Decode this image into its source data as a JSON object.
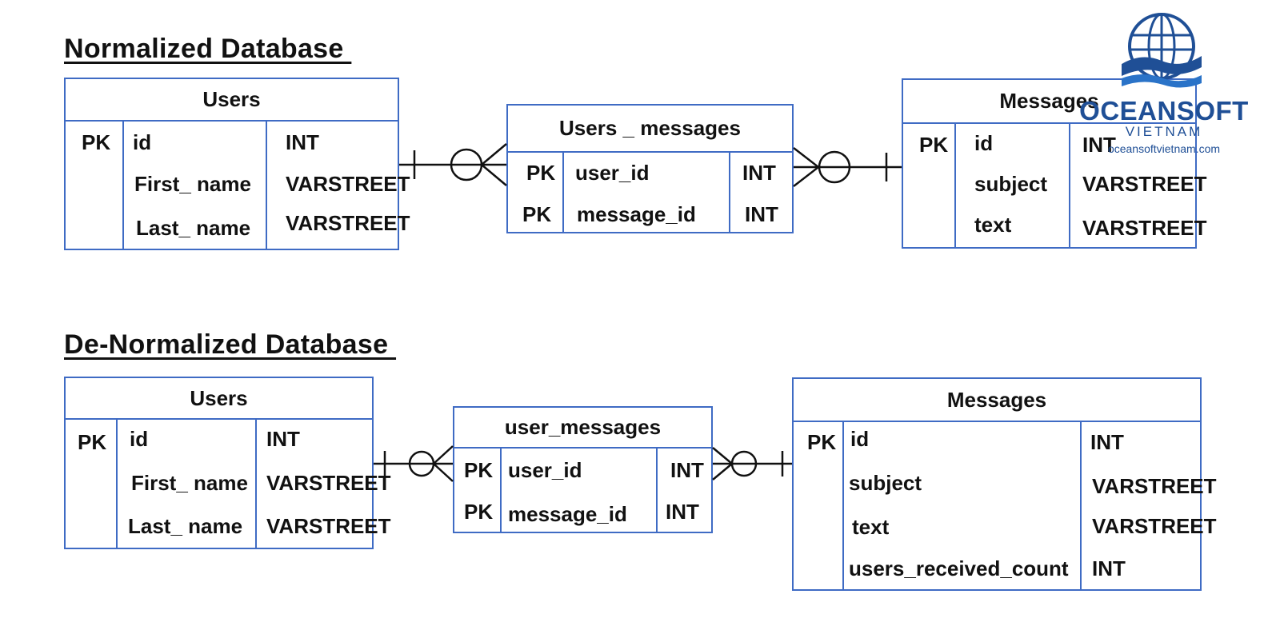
{
  "sections": {
    "normalized": {
      "title": "Normalized Database ",
      "users": {
        "name": "Users",
        "rows": [
          {
            "key": "PK",
            "field": "id",
            "type": "INT"
          },
          {
            "key": "",
            "field": "First_ name",
            "type": "VARSTREET"
          },
          {
            "key": "",
            "field": "Last_ name",
            "type": "VARSTREET"
          }
        ]
      },
      "link": {
        "name": "Users _ messages",
        "rows": [
          {
            "key": "PK",
            "field": "user_id",
            "type": "INT"
          },
          {
            "key": "PK",
            "field": "message_id",
            "type": "INT"
          }
        ]
      },
      "messages": {
        "name": "Messages",
        "rows": [
          {
            "key": "PK",
            "field": "id",
            "type": "INT"
          },
          {
            "key": "",
            "field": "subject",
            "type": "VARSTREET"
          },
          {
            "key": "",
            "field": "text",
            "type": "VARSTREET"
          }
        ]
      }
    },
    "denormalized": {
      "title": "De-Normalized Database ",
      "users": {
        "name": "Users",
        "rows": [
          {
            "key": "PK",
            "field": "id",
            "type": "INT"
          },
          {
            "key": "",
            "field": "First_ name",
            "type": "VARSTREET"
          },
          {
            "key": "",
            "field": "Last_ name",
            "type": "VARSTREET"
          }
        ]
      },
      "link": {
        "name": "user_messages",
        "rows": [
          {
            "key": "PK",
            "field": "user_id",
            "type": "INT"
          },
          {
            "key": "PK",
            "field": "message_id",
            "type": "INT"
          }
        ]
      },
      "messages": {
        "name": "Messages",
        "rows": [
          {
            "key": "PK",
            "field": "id",
            "type": "INT"
          },
          {
            "key": "",
            "field": "subject",
            "type": "VARSTREET"
          },
          {
            "key": "",
            "field": "text",
            "type": "VARSTREET"
          },
          {
            "key": "",
            "field": "users_received_count",
            "type": "INT"
          }
        ]
      }
    }
  },
  "logo": {
    "name": "OCEANSOFT",
    "subtitle": "VIETNAM",
    "url": "oceansoftvietnam.com"
  },
  "colors": {
    "table_border": "#3f6bc4",
    "logo": "#1f4f96",
    "text": "#111111"
  }
}
